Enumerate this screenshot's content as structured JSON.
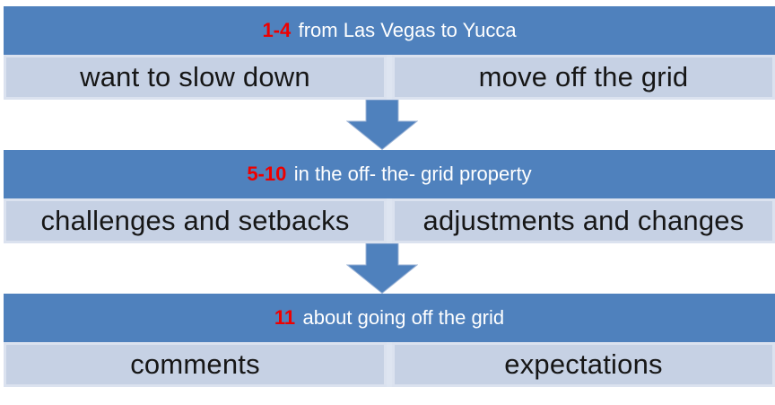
{
  "colors": {
    "header_bg": "#4f81bd",
    "cell_bg": "#c6d1e4",
    "cell_edge": "#dbe2ef",
    "row_gap_color": "#dee5f1",
    "number_red": "#ee0000",
    "header_text": "#ffffff",
    "cell_text": "#161616",
    "arrow_fill": "#4f81bd",
    "arrow_edge": "#9db4d6",
    "page_bg": "#ffffff"
  },
  "icons": {
    "arrow_1": "down-arrow-icon",
    "arrow_2": "down-arrow-icon"
  },
  "sections": [
    {
      "number": "1-4",
      "title": "from Las Vegas to Yucca",
      "cells": [
        "want to slow down",
        "move off the grid"
      ]
    },
    {
      "number": "5-10",
      "title": "in the off- the- grid property",
      "cells": [
        "challenges and setbacks",
        "adjustments and changes"
      ]
    },
    {
      "number": "11",
      "title": "about going off the grid",
      "cells": [
        "comments",
        "expectations"
      ]
    }
  ]
}
